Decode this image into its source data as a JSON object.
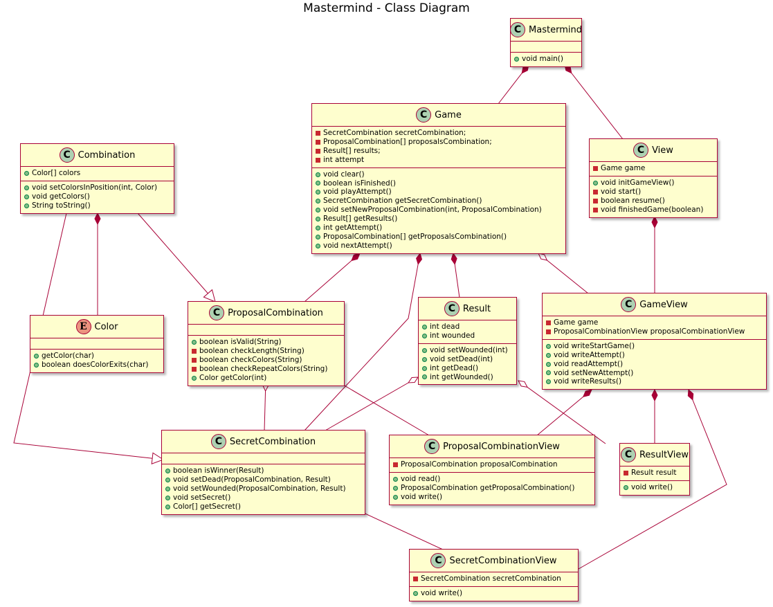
{
  "title": "Mastermind - Class Diagram",
  "colors": {
    "class_bg": "#fefece",
    "border": "#a80036",
    "class_badge": "#add1b2",
    "enum_badge": "#eb937f",
    "public": "#84be84",
    "private": "#c82930"
  },
  "classes": {
    "mastermind": {
      "name": "Mastermind",
      "kind": "class",
      "fields": [],
      "methods": [
        {
          "vis": "public",
          "text": "void main()"
        }
      ]
    },
    "game": {
      "name": "Game",
      "kind": "class",
      "fields": [
        {
          "vis": "private",
          "text": "SecretCombination secretCombination;"
        },
        {
          "vis": "private",
          "text": "ProposalCombination[] proposalsCombination;"
        },
        {
          "vis": "private",
          "text": "Result[] results;"
        },
        {
          "vis": "private",
          "text": "int attempt"
        }
      ],
      "methods": [
        {
          "vis": "public",
          "text": "void clear()"
        },
        {
          "vis": "public",
          "text": "boolean isFinished()"
        },
        {
          "vis": "public",
          "text": "void playAttempt()"
        },
        {
          "vis": "public",
          "text": "SecretCombination getSecretCombination()"
        },
        {
          "vis": "public",
          "text": "void setNewProposalCombination(int, ProposalCombination)"
        },
        {
          "vis": "public",
          "text": "Result[] getResults()"
        },
        {
          "vis": "public",
          "text": "int getAttempt()"
        },
        {
          "vis": "public",
          "text": "ProposalCombination[] getProposalsCombination()"
        },
        {
          "vis": "public",
          "text": "void nextAttempt()"
        }
      ]
    },
    "view": {
      "name": "View",
      "kind": "class",
      "fields": [
        {
          "vis": "private",
          "text": "Game game"
        }
      ],
      "methods": [
        {
          "vis": "public",
          "text": "void initGameView()"
        },
        {
          "vis": "private",
          "text": "void start()"
        },
        {
          "vis": "private",
          "text": "boolean resume()"
        },
        {
          "vis": "private",
          "text": "void finishedGame(boolean)"
        }
      ]
    },
    "combination": {
      "name": "Combination",
      "kind": "class",
      "fields": [
        {
          "vis": "public",
          "text": "Color[] colors"
        }
      ],
      "methods": [
        {
          "vis": "public",
          "text": "void setColorsInPosition(int, Color)"
        },
        {
          "vis": "public",
          "text": "void getColors()"
        },
        {
          "vis": "public",
          "text": "String toString()"
        }
      ]
    },
    "color": {
      "name": "Color",
      "kind": "enum",
      "fields": [],
      "methods": [
        {
          "vis": "public",
          "text": "getColor(char)"
        },
        {
          "vis": "public",
          "text": "boolean doesColorExits(char)"
        }
      ]
    },
    "proposal": {
      "name": "ProposalCombination",
      "kind": "class",
      "fields": [],
      "methods": [
        {
          "vis": "public",
          "text": "boolean isValid(String)"
        },
        {
          "vis": "private",
          "text": "boolean checkLength(String)"
        },
        {
          "vis": "private",
          "text": "boolean checkColors(String)"
        },
        {
          "vis": "private",
          "text": "boolean checkRepeatColors(String)"
        },
        {
          "vis": "public",
          "text": "Color getColor(int)"
        }
      ]
    },
    "result": {
      "name": "Result",
      "kind": "class",
      "fields": [
        {
          "vis": "public",
          "text": "int dead"
        },
        {
          "vis": "public",
          "text": "int wounded"
        }
      ],
      "methods": [
        {
          "vis": "public",
          "text": "void setWounded(int)"
        },
        {
          "vis": "public",
          "text": "void setDead(int)"
        },
        {
          "vis": "public",
          "text": "int getDead()"
        },
        {
          "vis": "public",
          "text": "int getWounded()"
        }
      ]
    },
    "gameview": {
      "name": "GameView",
      "kind": "class",
      "fields": [
        {
          "vis": "private",
          "text": "Game game"
        },
        {
          "vis": "private",
          "text": "ProposalCombinationView proposalCombinationView"
        }
      ],
      "methods": [
        {
          "vis": "public",
          "text": "void writeStartGame()"
        },
        {
          "vis": "public",
          "text": "void writeAttempt()"
        },
        {
          "vis": "public",
          "text": "void readAttempt()"
        },
        {
          "vis": "public",
          "text": "void setNewAttempt()"
        },
        {
          "vis": "public",
          "text": "void writeResults()"
        }
      ]
    },
    "secret": {
      "name": "SecretCombination",
      "kind": "class",
      "fields": [],
      "methods": [
        {
          "vis": "public",
          "text": "boolean isWinner(Result)"
        },
        {
          "vis": "public",
          "text": "void setDead(ProposalCombination, Result)"
        },
        {
          "vis": "public",
          "text": "void setWounded(ProposalCombination, Result)"
        },
        {
          "vis": "public",
          "text": "void setSecret()"
        },
        {
          "vis": "public",
          "text": "Color[] getSecret()"
        }
      ]
    },
    "proposalview": {
      "name": "ProposalCombinationView",
      "kind": "class",
      "fields": [
        {
          "vis": "private",
          "text": "ProposalCombination proposalCombination"
        }
      ],
      "methods": [
        {
          "vis": "public",
          "text": "void read()"
        },
        {
          "vis": "public",
          "text": "ProposalCombination getProposalCombination()"
        },
        {
          "vis": "public",
          "text": "void write()"
        }
      ]
    },
    "resultview": {
      "name": "ResultView",
      "kind": "class",
      "fields": [
        {
          "vis": "private",
          "text": "Result result"
        }
      ],
      "methods": [
        {
          "vis": "public",
          "text": "void write()"
        }
      ]
    },
    "secretview": {
      "name": "SecretCombinationView",
      "kind": "class",
      "fields": [
        {
          "vis": "private",
          "text": "SecretCombination secretCombination"
        }
      ],
      "methods": [
        {
          "vis": "public",
          "text": "void write()"
        }
      ]
    }
  },
  "relations": [
    {
      "from": "mastermind",
      "to": "game",
      "type": "composition"
    },
    {
      "from": "mastermind",
      "to": "view",
      "type": "composition"
    },
    {
      "from": "combination",
      "to": "color",
      "type": "composition"
    },
    {
      "from": "proposal",
      "to": "combination",
      "type": "inheritance"
    },
    {
      "from": "secret",
      "to": "combination",
      "type": "inheritance"
    },
    {
      "from": "game",
      "to": "proposal",
      "type": "composition"
    },
    {
      "from": "game",
      "to": "secret",
      "type": "composition"
    },
    {
      "from": "game",
      "to": "result",
      "type": "composition"
    },
    {
      "from": "game",
      "to": "gameview",
      "type": "aggregation"
    },
    {
      "from": "view",
      "to": "gameview",
      "type": "composition"
    },
    {
      "from": "proposal",
      "to": "secret",
      "type": "aggregation"
    },
    {
      "from": "proposal",
      "to": "proposalview",
      "type": "aggregation"
    },
    {
      "from": "result",
      "to": "secret",
      "type": "aggregation"
    },
    {
      "from": "result",
      "to": "resultview",
      "type": "aggregation"
    },
    {
      "from": "gameview",
      "to": "proposalview",
      "type": "composition"
    },
    {
      "from": "gameview",
      "to": "resultview",
      "type": "composition"
    },
    {
      "from": "gameview",
      "to": "secretview",
      "type": "composition"
    },
    {
      "from": "secret",
      "to": "secretview",
      "type": "aggregation"
    }
  ]
}
